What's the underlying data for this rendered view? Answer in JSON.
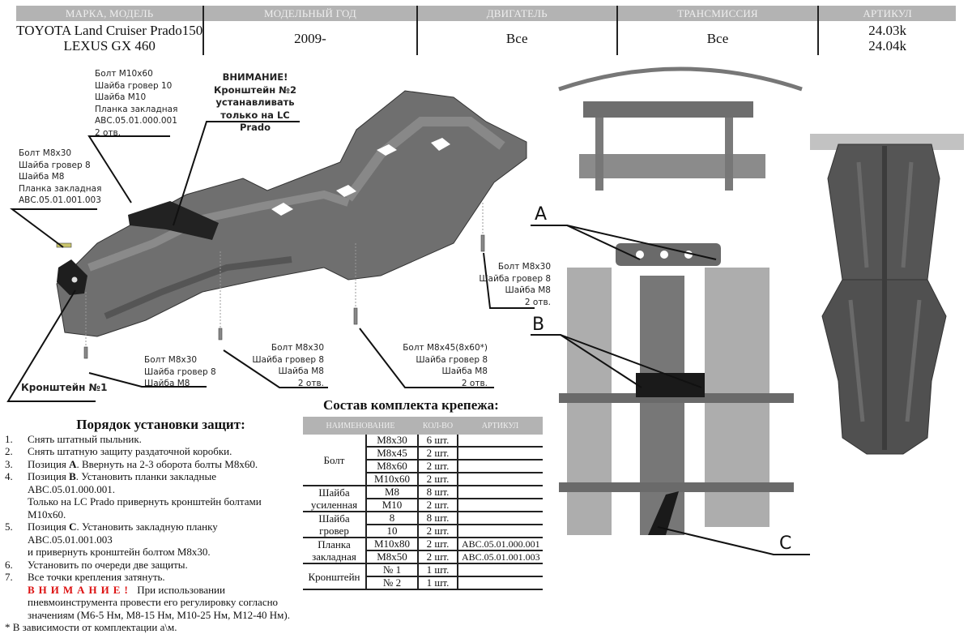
{
  "header": {
    "columns": [
      "МАРКА, МОДЕЛЬ",
      "МОДЕЛЬНЫЙ ГОД",
      "ДВИГАТЕЛЬ",
      "ТРАНСМИССИЯ",
      "АРТИКУЛ"
    ],
    "model": [
      "TOYOTA Land Cruiser Prado150",
      "LEXUS GX 460"
    ],
    "year": "2009-",
    "engine": "Все",
    "transmission": "Все",
    "article": [
      "24.03k",
      "24.04k"
    ]
  },
  "callouts": {
    "top_left": [
      "Болт М10х60",
      "Шайба гровер 10",
      "Шайба М10",
      "Планка закладная",
      "АВС.05.01.000.001",
      "2 отв."
    ],
    "warning": [
      "ВНИМАНИЕ!",
      "Кронштейн №2",
      "устанавливать",
      "только на LC Prado"
    ],
    "left": [
      "Болт М8х30",
      "Шайба гровер 8",
      "Шайба М8",
      "Планка закладная",
      "АВС.05.01.001.003"
    ],
    "right_mid": [
      "Болт М8х30",
      "Шайба гровер 8",
      "Шайба М8",
      "2 отв."
    ],
    "bottom_left": [
      "Болт М8х30",
      "Шайба гровер 8",
      "Шайба М8"
    ],
    "bottom_mid": [
      "Болт М8х30",
      "Шайба гровер 8",
      "Шайба М8",
      "2 отв."
    ],
    "bottom_right": [
      "Болт М8х45(8х60*)",
      "Шайба гровер  8",
      "Шайба М8",
      "2 отв."
    ],
    "bracket1": "Кронштейн №1"
  },
  "position_labels": [
    "A",
    "B",
    "C"
  ],
  "instructions": {
    "title": "Порядок установки защит:",
    "steps": [
      {
        "num": "1.",
        "lines": [
          "Снять штатный пыльник."
        ]
      },
      {
        "num": "2.",
        "lines": [
          "Снять штатную защиту раздаточной коробки."
        ]
      },
      {
        "num": "3.",
        "pre": "Позиция ",
        "pos": "А",
        "lines": [
          ". Ввернуть на 2-3 оборота болты М8х60."
        ]
      },
      {
        "num": "4.",
        "pre": "Позиция ",
        "pos": "В",
        "lines": [
          ". Установить планки закладные АВС.05.01.000.001.",
          "Только на LC Prado привернуть кронштейн болтами М10х60."
        ]
      },
      {
        "num": "5.",
        "pre": "Позиция ",
        "pos": "С",
        "lines": [
          ". Установить закладную планку АВС.05.01.001.003",
          "и привернуть кронштейн болтом М8х30."
        ]
      },
      {
        "num": "6.",
        "lines": [
          "Установить по очереди две защиты."
        ]
      },
      {
        "num": "7.",
        "lines": [
          "Все точки крепления затянуть."
        ]
      }
    ],
    "warning_label": "ВНИМАНИЕ!",
    "warning_text": [
      "При использовании",
      "пневмоинструмента провести его регулировку согласно",
      "значениям (М6-5 Нм,    М8-15 Нм, М10-25 Нм, М12-40 Нм)."
    ],
    "footnote": "* В зависимости от комплектации а\\м."
  },
  "kit": {
    "title": "Состав комплекта крепежа:",
    "headers": [
      "НАИМЕНОВАНИЕ",
      "КОЛ-ВО",
      "АРТИКУЛ"
    ],
    "groups": [
      {
        "name": "Болт",
        "rows": [
          {
            "size": "М8х30",
            "qty": "6 шт.",
            "art": ""
          },
          {
            "size": "М8х45",
            "qty": "2 шт.",
            "art": ""
          },
          {
            "size": "М8х60",
            "qty": "2 шт.",
            "art": ""
          },
          {
            "size": "М10х60",
            "qty": "2 шт.",
            "art": ""
          }
        ]
      },
      {
        "name": "Шайба усиленная",
        "rows": [
          {
            "size": "М8",
            "qty": "8 шт.",
            "art": ""
          },
          {
            "size": "М10",
            "qty": "2 шт.",
            "art": ""
          }
        ]
      },
      {
        "name": "Шайба гровер",
        "rows": [
          {
            "size": "8",
            "qty": "8 шт.",
            "art": ""
          },
          {
            "size": "10",
            "qty": "2 шт.",
            "art": ""
          }
        ]
      },
      {
        "name": "Планка закладная",
        "rows": [
          {
            "size": "М10х80",
            "qty": "2 шт.",
            "art": "АВС.05.01.000.001"
          },
          {
            "size": "М8х50",
            "qty": "2 шт.",
            "art": "АВС.05.01.001.003"
          }
        ]
      },
      {
        "name": "Кронштейн",
        "rows": [
          {
            "size": "№ 1",
            "qty": "1 шт.",
            "art": ""
          },
          {
            "size": "№ 2",
            "qty": "1 шт.",
            "art": ""
          }
        ]
      }
    ]
  },
  "colors": {
    "header_bg": "#b3b3b3",
    "header_text": "#eeeeee",
    "warning_red": "#dd1111",
    "part_gray": "#6e6e6e",
    "bracket_black": "#1e1e1e"
  }
}
